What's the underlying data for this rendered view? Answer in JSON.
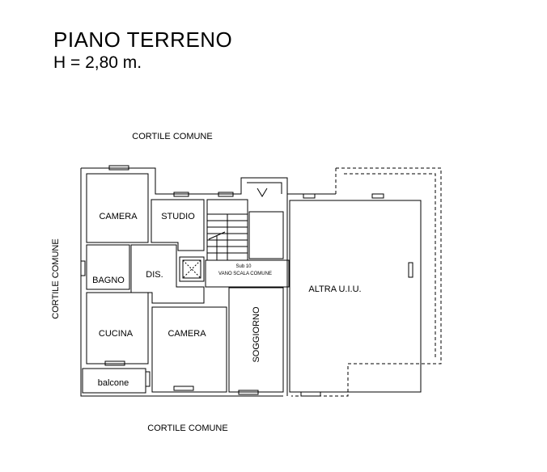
{
  "header": {
    "title": "PIANO TERRENO",
    "height": "H = 2,80 m."
  },
  "surroundings": {
    "top": "CORTILE COMUNE",
    "bottom": "CORTILE COMUNE",
    "left": "CORTILE COMUNE"
  },
  "rooms": {
    "camera_1": "CAMERA",
    "studio": "STUDIO",
    "bagno": "BAGNO",
    "dis": "DIS.",
    "cucina": "CUCINA",
    "camera_2": "CAMERA",
    "soggiorno": "SOGGIORNO",
    "balcone": "balcone",
    "sub": "Sub 10",
    "vano_scala": "VANO SCALA COMUNE",
    "altra_uiu": "ALTRA U.I.U."
  }
}
